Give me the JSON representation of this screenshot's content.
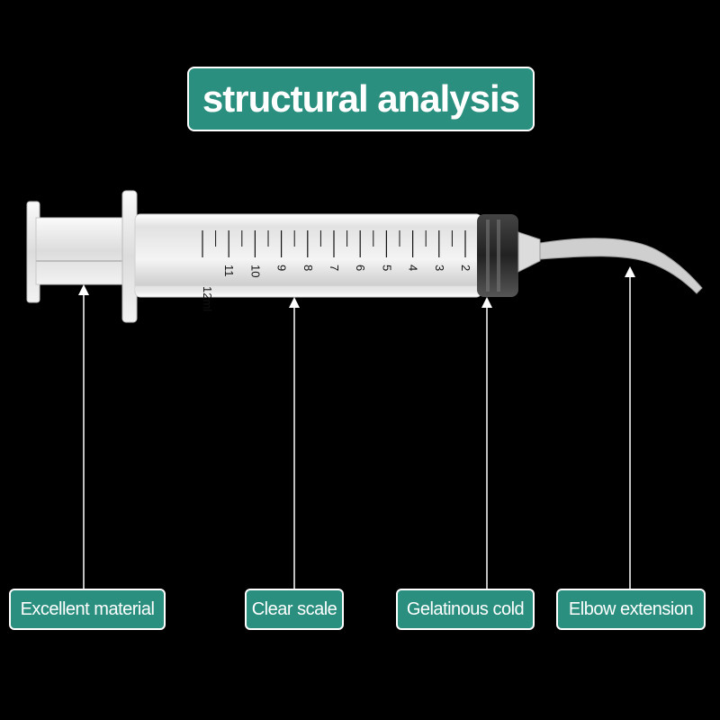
{
  "title": "structural analysis",
  "callouts": [
    {
      "label": "Excellent material"
    },
    {
      "label": "Clear scale"
    },
    {
      "label": "Gelatinous cold"
    },
    {
      "label": "Elbow extension"
    }
  ],
  "scale": {
    "numbers": [
      "2",
      "3",
      "4",
      "5",
      "6",
      "7",
      "8",
      "9",
      "10",
      "11"
    ],
    "capacity_label": "12ml"
  },
  "colors": {
    "background": "#000000",
    "accent": "#2b8f7f",
    "border": "#ffffff"
  }
}
